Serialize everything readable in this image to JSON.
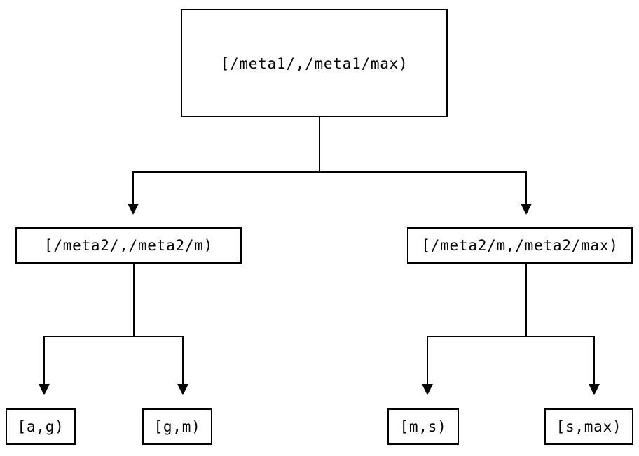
{
  "diagram": {
    "type": "tree",
    "colors": {
      "line": "#000000",
      "box_border": "#000000",
      "text": "#000000",
      "background": "#ffffff"
    },
    "nodes": {
      "root": {
        "label": "[/meta1/,/meta1/max)"
      },
      "meta2_low": {
        "label": "[/meta2/,/meta2/m)"
      },
      "meta2_high": {
        "label": "[/meta2/m,/meta2/max)"
      },
      "leaf_a_g": {
        "label": "[a,g)"
      },
      "leaf_g_m": {
        "label": "[g,m)"
      },
      "leaf_m_s": {
        "label": "[m,s)"
      },
      "leaf_s_max": {
        "label": "[s,max)"
      }
    },
    "edges": [
      {
        "from": "root",
        "to": "meta2_low"
      },
      {
        "from": "root",
        "to": "meta2_high"
      },
      {
        "from": "meta2_low",
        "to": "leaf_a_g"
      },
      {
        "from": "meta2_low",
        "to": "leaf_g_m"
      },
      {
        "from": "meta2_high",
        "to": "leaf_m_s"
      },
      {
        "from": "meta2_high",
        "to": "leaf_s_max"
      }
    ]
  }
}
